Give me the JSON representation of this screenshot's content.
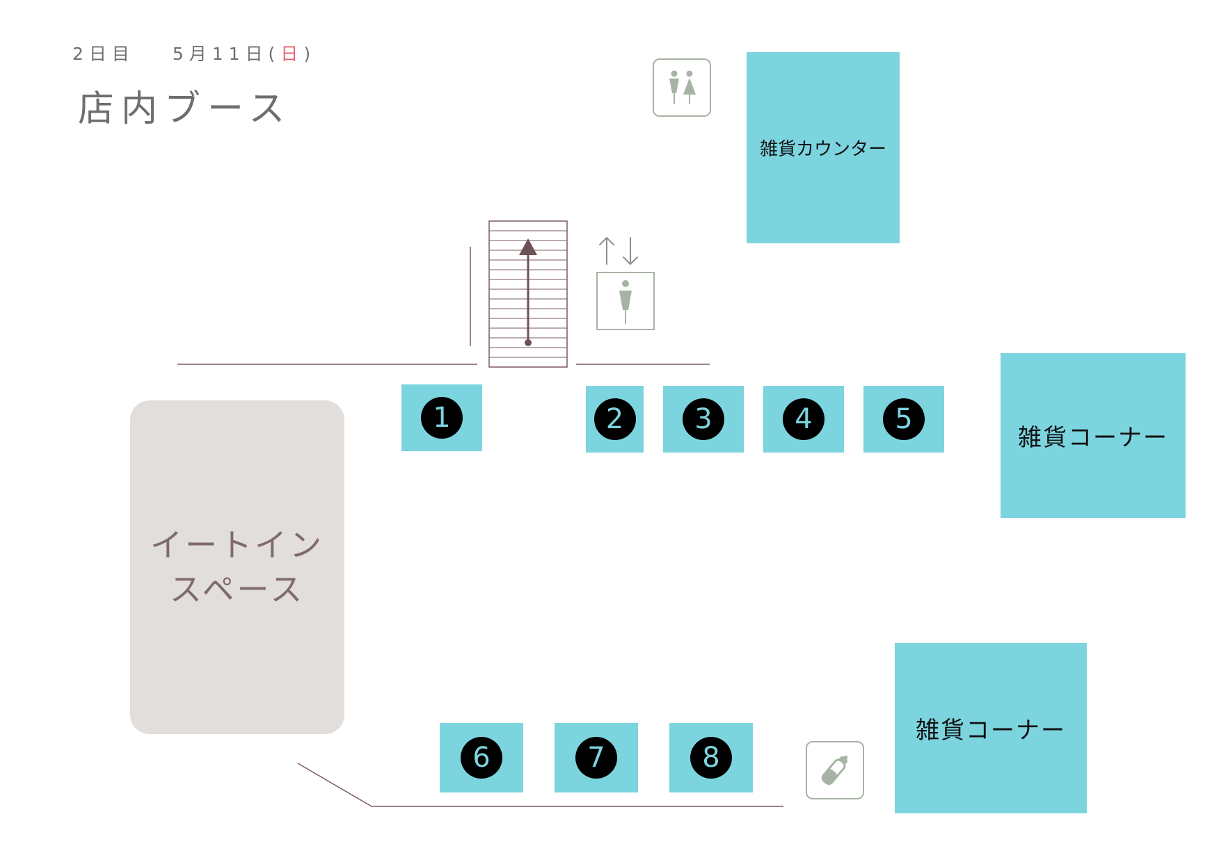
{
  "header": {
    "day_label": "2日目",
    "date_prefix": "5月11日(",
    "weekday": "日",
    "date_suffix": ")",
    "title": "店内ブース"
  },
  "areas": {
    "zakka_counter": "雑貨カウンター",
    "zakka_corner_right": "雑貨コーナー",
    "zakka_corner_bottom": "雑貨コーナー",
    "eat_in_line1": "イートイン",
    "eat_in_line2": "スペース"
  },
  "booths": [
    "1",
    "2",
    "3",
    "4",
    "5",
    "6",
    "7",
    "8"
  ],
  "icons": {
    "restroom": "restroom-icon",
    "elevator": "elevator-icon",
    "stairs": "stairs-icon",
    "nursing": "baby-bottle-icon"
  },
  "colors": {
    "booth_fill": "#7cd4df",
    "eat_in_fill": "#e1dedb",
    "wall_line": "#7a5a60",
    "icon_gray": "#a7b3a5",
    "accent_red": "#e8606f"
  }
}
